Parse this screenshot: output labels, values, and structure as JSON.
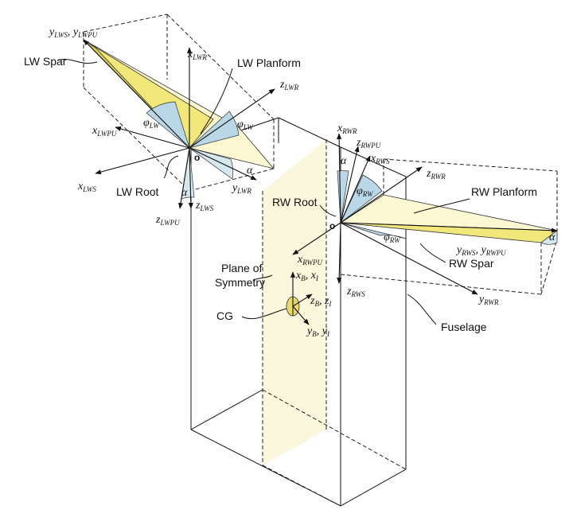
{
  "labels": {
    "lw_spar": "LW Spar",
    "lw_planform": "LW Planform",
    "lw_root": "LW Root",
    "rw_root": "RW Root",
    "rw_planform": "RW Planform",
    "rw_spar": "RW Spar",
    "plane_of_symmetry_1": "Plane of",
    "plane_of_symmetry_2": "Symmetry",
    "cg": "CG",
    "fuselage": "Fuselage",
    "origin_left": "o",
    "origin_right": "o"
  },
  "axes": {
    "y_lws_ylwpu": {
      "main1": "y",
      "sub1": "LWS",
      "sep": ", ",
      "main2": "y",
      "sub2": "LWPU"
    },
    "x_lwr": {
      "main": "x",
      "sub": "LWR"
    },
    "z_lwr": {
      "main": "z",
      "sub": "LWR"
    },
    "x_lwpu": {
      "main": "x",
      "sub": "LWPU"
    },
    "x_lws": {
      "main": "x",
      "sub": "LWS"
    },
    "z_lws": {
      "main": "z",
      "sub": "LWS"
    },
    "z_lwpu": {
      "main": "z",
      "sub": "LWPU"
    },
    "y_lwr": {
      "main": "y",
      "sub": "LWR"
    },
    "x_rwr": {
      "main": "x",
      "sub": "RWR"
    },
    "z_rwpu": {
      "main": "z",
      "sub": "RWPU"
    },
    "x_rws": {
      "main": "x",
      "sub": "RWS"
    },
    "z_rwr": {
      "main": "z",
      "sub": "RWR"
    },
    "x_rwpu": {
      "main": "x",
      "sub": "RWPU"
    },
    "z_rws": {
      "main": "z",
      "sub": "RWS"
    },
    "y_rwr": {
      "main": "y",
      "sub": "RWR"
    },
    "y_rws_yrwpu": {
      "main1": "y",
      "sub1": "RWS",
      "sep": ", ",
      "main2": "y",
      "sub2": "RWPU"
    },
    "xb_xi": {
      "main1": "x",
      "sub1": "B",
      "sep": ", ",
      "main2": "x",
      "sub2": "I"
    },
    "zb_zi": {
      "main1": "z",
      "sub1": "B",
      "sep": ", ",
      "main2": "z",
      "sub2": "I"
    },
    "yb_yi": {
      "main1": "y",
      "sub1": "B",
      "sep": ", ",
      "main2": "y",
      "sub2": "I"
    }
  },
  "angles": {
    "phi_lw_1": {
      "main": "φ",
      "sub": "LW"
    },
    "phi_lw_2": {
      "main": "φ",
      "sub": "LW"
    },
    "alpha_left_1": "α",
    "alpha_left_2": "α",
    "alpha_right_1": "α",
    "phi_rw_1": {
      "main": "φ",
      "sub": "RW"
    },
    "phi_rw_2": {
      "main": "φ",
      "sub": "RW"
    },
    "alpha_right_2": "α"
  },
  "colors": {
    "planform_fill": "#fdf8d2",
    "spar_fill": "#f2e77a",
    "angle_fill": "#b9d7e6",
    "symmetry_plane": "#fbf7dc",
    "cg_fill": "#e8d96a"
  }
}
